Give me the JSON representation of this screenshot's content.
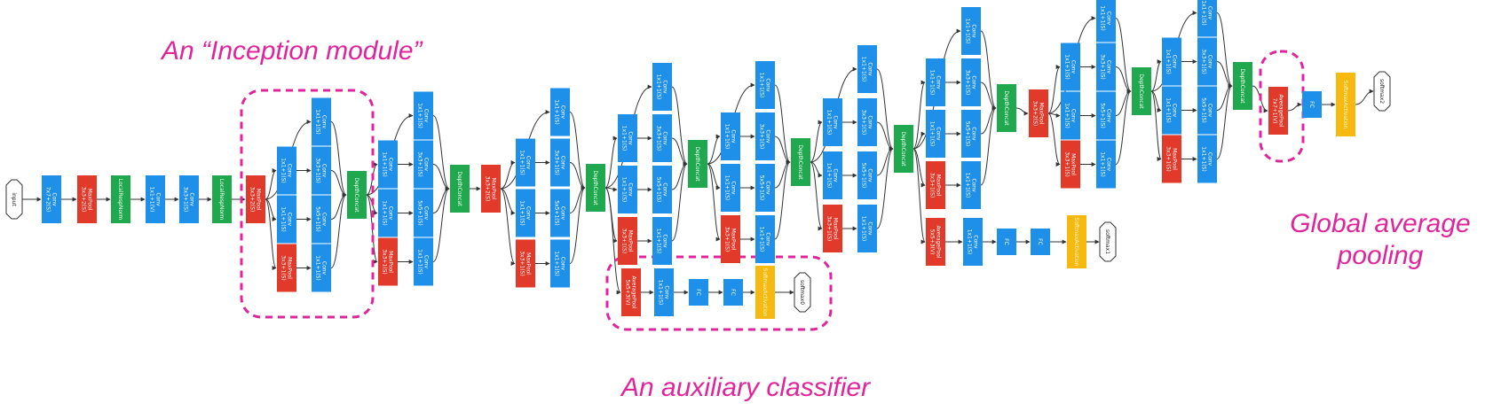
{
  "colors": {
    "conv": "#1e90ea",
    "pool": "#e23a2a",
    "concat": "#1fa84e",
    "softmax": "#f6b90f",
    "edge": "#333333",
    "dashed": "#e0249a",
    "annotation": "#e0249a"
  },
  "annotations": {
    "inception_module": "An “Inception module”",
    "auxiliary_classifier": "An auxiliary classifier",
    "global_avg_line1": "Global average",
    "global_avg_line2": "pooling"
  },
  "nodes": {
    "input": "input",
    "stem": [
      {
        "type": "conv",
        "label": "Conv\n7x7+2(S)"
      },
      {
        "type": "pool",
        "label": "MaxPool\n3x3+2(S)"
      },
      {
        "type": "concat",
        "label": "LocalRespNorm"
      },
      {
        "type": "conv",
        "label": "Conv\n1x1+1(V)"
      },
      {
        "type": "conv",
        "label": "Conv\n3x3+1(S)"
      },
      {
        "type": "concat",
        "label": "LocalRespNorm"
      },
      {
        "type": "pool",
        "label": "MaxPool\n3x3+2(S)"
      }
    ],
    "inception_branch_labels": {
      "conv1x1": "Conv\n1x1+1(S)",
      "conv3x3": "Conv\n3x3+1(S)",
      "conv5x5": "Conv\n5x5+1(S)",
      "maxpool": "MaxPool\n3x3+1(S)",
      "concat": "DepthConcat"
    },
    "between_pool": "MaxPool\n3x3+2(S)",
    "aux1": [
      "AveragePool\n5x5+3(V)",
      "Conv\n1x1+1(S)",
      "FC",
      "FC",
      "SoftmaxActivation",
      "softmax0"
    ],
    "aux2": [
      "AveragePool\n5x5+3(V)",
      "Conv\n1x1+1(S)",
      "FC",
      "FC",
      "SoftmaxActivation",
      "softmax1"
    ],
    "final": [
      "AveragePool\n7x7+1(V)",
      "FC",
      "SoftmaxActivation",
      "softmax2"
    ]
  }
}
